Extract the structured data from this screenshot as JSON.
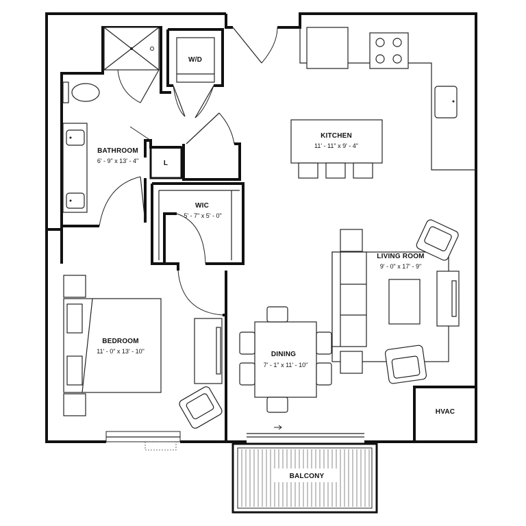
{
  "rooms": {
    "wd": {
      "name": "W/D"
    },
    "kitchen": {
      "name": "KITCHEN",
      "dims": "11' - 11\" x 9' - 4\""
    },
    "bathroom": {
      "name": "BATHROOM",
      "dims": "6' - 9\" x 13' - 4\""
    },
    "linen": {
      "name": "L"
    },
    "wic": {
      "name": "WIC",
      "dims": "5' - 7\" x 5' - 0\""
    },
    "living": {
      "name": "LIVING ROOM",
      "dims": "9' - 0\" x 17' - 9\""
    },
    "bedroom": {
      "name": "BEDROOM",
      "dims": "11' - 0\" x 13' - 10\""
    },
    "dining": {
      "name": "DINING",
      "dims": "7' - 1\" x 11' - 10\""
    },
    "hvac": {
      "name": "HVAC"
    },
    "balcony": {
      "name": "BALCONY"
    }
  },
  "icons": {
    "entry_arrow": "right-arrow-icon"
  }
}
